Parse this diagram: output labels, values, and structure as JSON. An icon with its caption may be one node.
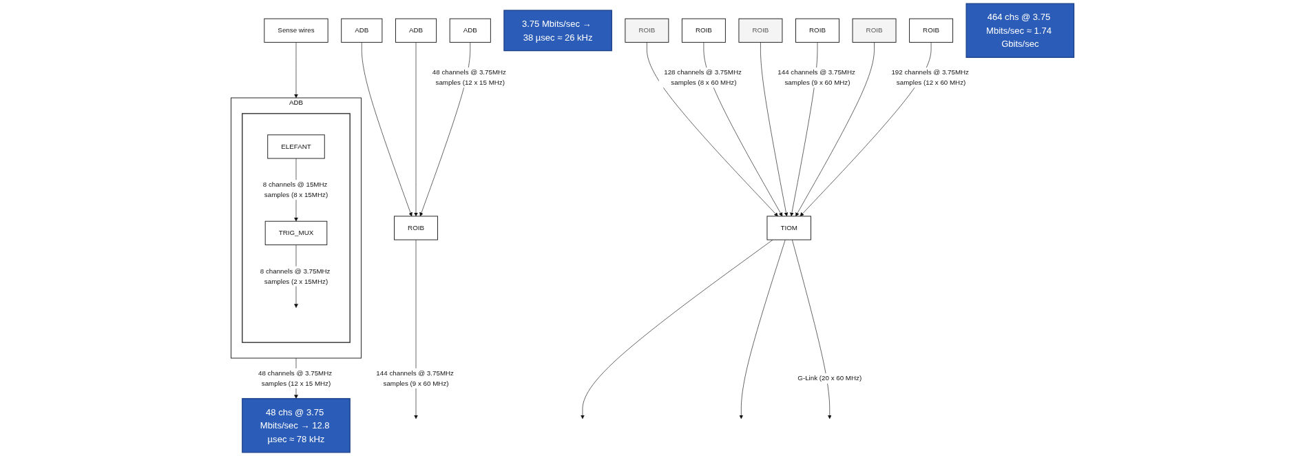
{
  "diagram": {
    "nodes": [
      {
        "text": [
          "Sense wires"
        ]
      },
      {
        "text": [
          "ADB"
        ]
      },
      {
        "text": [],
        "shape": "box",
        "in": 1
      },
      {
        "text": [
          "ELEFANT"
        ],
        "in": 2
      },
      {
        "text": [
          "TRIG_MUX"
        ],
        "in": 2
      },
      {
        "text": [
          "48 chs @ 3.75 Mbits/sec → 12.8 µsec ≈ 78 kHz"
        ]
      },
      {
        "text": [
          "ADB"
        ]
      },
      {
        "text": [
          "ADB"
        ]
      },
      {
        "text": [
          "ADB"
        ]
      },
      {
        "text": [
          "ROIB"
        ]
      },
      {
        "text": [
          "3.75 Mbits/sec → 38 µsec ≈ 26 kHz"
        ]
      },
      {
        "text": [
          "ROIB"
        ]
      },
      {
        "text": [
          "ROIB"
        ]
      },
      {
        "text": [
          "ROIB"
        ]
      },
      {
        "text": [
          "ROIB"
        ]
      },
      {
        "text": [
          "ROIB"
        ]
      },
      {
        "text": [
          "ROIB"
        ]
      },
      {
        "text": [
          "TIOM"
        ]
      },
      {
        "text": [
          "464 chs @ 3.75 Mbits/sec ≈ 1.74 Gbits/sec"
        ]
      }
    ],
    "edges": [
      {
        "from": 0,
        "to": 1,
        "arrow": "to"
      },
      {
        "from": 3,
        "to": 4,
        "arrow": "to",
        "label": "8 channels @ 15MHz samples (8 x 15MHz)"
      },
      {
        "from": 4,
        "to": null,
        "arrow": "to",
        "label": "8 channels @ 3.75MHz samples (2 x 15MHz)"
      },
      {
        "from": 1,
        "to": 5,
        "arrow": "to",
        "label": "48 channels @ 3.75MHz samples (12 x 15 MHz)"
      },
      {
        "from": 6,
        "to": 9,
        "arrow": "to"
      },
      {
        "from": 7,
        "to": 9,
        "arrow": "to"
      },
      {
        "from": 8,
        "to": 9,
        "arrow": "to",
        "label": "48 channels @ 3.75MHz samples (12 x 15 MHz)"
      },
      {
        "from": 9,
        "to": null,
        "arrow": "to",
        "label": "144 channels @ 3.75MHz samples (9 x 60 MHz)"
      },
      {
        "from": 11,
        "to": 17,
        "arrow": "to"
      },
      {
        "from": 12,
        "to": 17,
        "arrow": "to",
        "label": "128 channels @ 3.75MHz samples (8 x 60 MHz)"
      },
      {
        "from": 13,
        "to": 17,
        "arrow": "to"
      },
      {
        "from": 14,
        "to": 17,
        "arrow": "to",
        "label": "144 channels @ 3.75MHz samples (9 x 60 MHz)"
      },
      {
        "from": 15,
        "to": 17,
        "arrow": "to"
      },
      {
        "from": 16,
        "to": 17,
        "arrow": "to",
        "label": "192 channels @ 3.75MHz samples (12 x 60 MHz)"
      },
      {
        "from": 17,
        "to": null,
        "arrow": "to"
      },
      {
        "from": 17,
        "to": null,
        "arrow": "to"
      },
      {
        "from": 17,
        "to": null,
        "arrow": "to",
        "label": "G-Link (20 x 60 MHz)"
      }
    ]
  }
}
